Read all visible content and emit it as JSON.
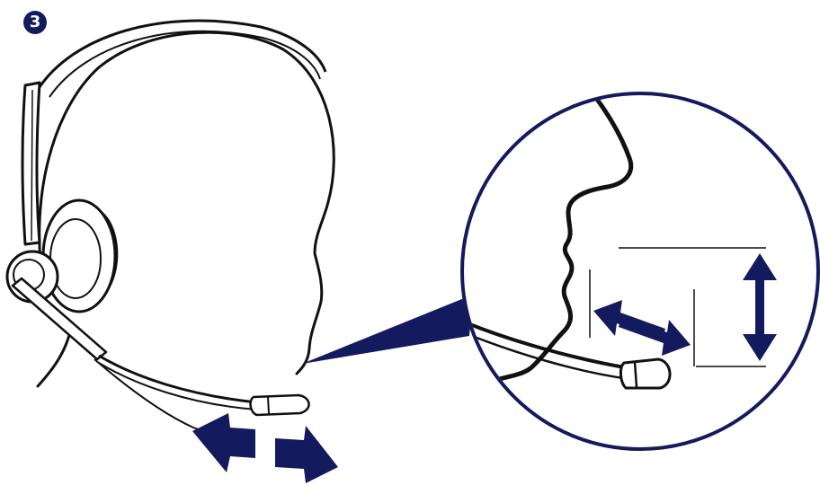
{
  "step": {
    "number": "3"
  },
  "colors": {
    "accent": "#141a5e",
    "line": "#111111",
    "background": "#ffffff"
  },
  "figure": {
    "subject": "headset-microphone-positioning",
    "icons": [
      "head-outline",
      "headset-headband",
      "earpiece",
      "microphone-boom",
      "magnifier-circle",
      "adjust-arrows"
    ]
  }
}
